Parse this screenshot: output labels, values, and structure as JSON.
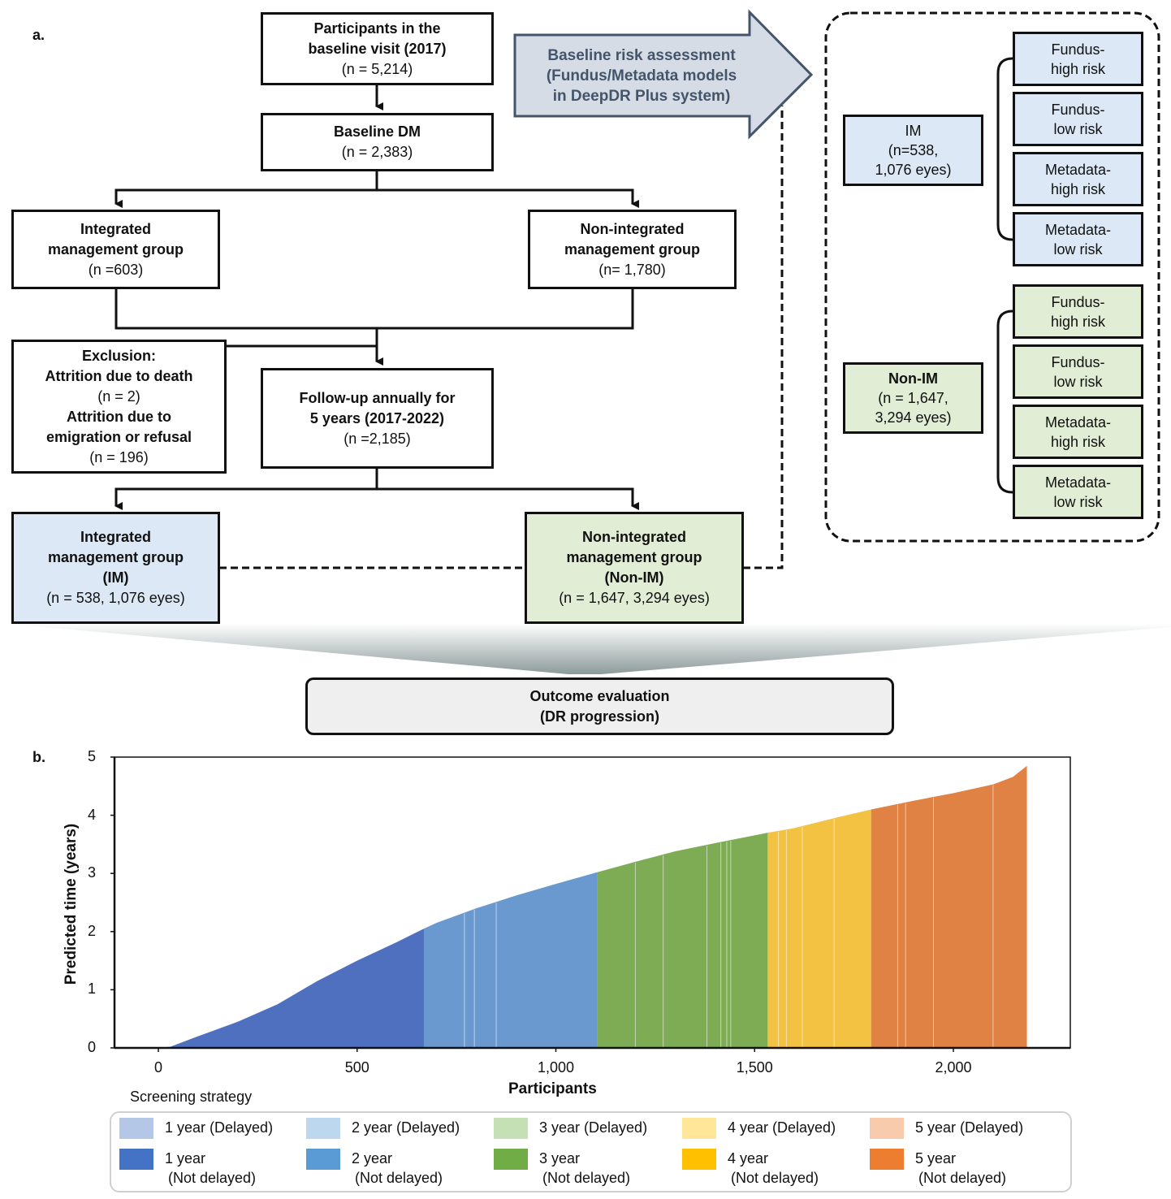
{
  "panel_a": {
    "label": "a.",
    "participants": {
      "title_1": "Participants in the",
      "title_2": "baseline visit (2017)",
      "count": "(n = 5,214)"
    },
    "baseline_dm": {
      "title": "Baseline DM",
      "count": "(n = 2,383)"
    },
    "im_group": {
      "title_1": "Integrated",
      "title_2": "management group",
      "count": "(n =603)"
    },
    "nonim_group": {
      "title_1": "Non-integrated",
      "title_2": "management group",
      "count": "(n= 1,780)"
    },
    "exclusion": {
      "title": "Exclusion:",
      "death": "Attrition due to death",
      "death_count": "(n = 2)",
      "emig_1": "Attrition due to",
      "emig_2": "emigration or refusal",
      "emig_count": "(n = 196)"
    },
    "followup": {
      "title_1": "Follow-up annually for",
      "title_2": "5 years (2017-2022)",
      "count": "(n =2,185)"
    },
    "im_final": {
      "title_1": "Integrated",
      "title_2": "management group",
      "title_3": "(IM)",
      "count": "(n = 538, 1,076 eyes)"
    },
    "nonim_final": {
      "title_1": "Non-integrated",
      "title_2": "management group",
      "title_3": "(Non-IM)",
      "count": "(n = 1,647, 3,294 eyes)"
    },
    "risk_arrow": {
      "line_1": "Baseline risk assessment",
      "line_2": "(Fundus/Metadata models",
      "line_3": "in DeepDR Plus system)"
    },
    "risk_panel": {
      "im": {
        "title": "IM",
        "line_2": "(n=538,",
        "line_3": "1,076 eyes)"
      },
      "nonim": {
        "title": "Non-IM",
        "line_2": "(n = 1,647,",
        "line_3": "3,294 eyes)"
      },
      "categories": [
        {
          "line_1": "Fundus-",
          "line_2": "high risk"
        },
        {
          "line_1": "Fundus-",
          "line_2": "low risk"
        },
        {
          "line_1": "Metadata-",
          "line_2": "high risk"
        },
        {
          "line_1": "Metadata-",
          "line_2": "low risk"
        }
      ]
    },
    "outcome": {
      "line_1": "Outcome evaluation",
      "line_2": "(DR progression)"
    },
    "colors": {
      "im_fill": "#dce8f5",
      "nonim_fill": "#e1edd5",
      "arrow_fill": "#d6dce5",
      "arrow_text": "#44546a"
    }
  },
  "panel_b": {
    "label": "b."
  },
  "chart_data": {
    "type": "area",
    "title": "",
    "xlabel": "Participants",
    "ylabel": "Predicted time (years)",
    "xlim": [
      -110,
      2300
    ],
    "ylim": [
      0,
      5
    ],
    "x_ticks": [
      0,
      500,
      1000,
      1500,
      2000
    ],
    "x_tick_labels": [
      "0",
      "500",
      "1,000",
      "1,500",
      "2,000"
    ],
    "y_ticks": [
      0,
      1,
      2,
      3,
      4,
      5
    ],
    "y_tick_labels": [
      "0",
      "1",
      "2",
      "3",
      "4",
      "5"
    ],
    "grid": false,
    "legend_title": "Screening strategy",
    "legend_position": "bottom",
    "curve": {
      "x": [
        0,
        30,
        100,
        200,
        300,
        400,
        500,
        600,
        668,
        700,
        800,
        900,
        1000,
        1104,
        1200,
        1300,
        1400,
        1533,
        1600,
        1700,
        1793,
        1900,
        2000,
        2100,
        2150,
        2185
      ],
      "y": [
        0.0,
        0.02,
        0.2,
        0.45,
        0.75,
        1.15,
        1.5,
        1.82,
        2.05,
        2.15,
        2.4,
        2.62,
        2.82,
        3.02,
        3.2,
        3.38,
        3.52,
        3.7,
        3.78,
        3.95,
        4.1,
        4.25,
        4.38,
        4.53,
        4.66,
        4.85
      ]
    },
    "segments": [
      {
        "name": "1 year (Not delayed)",
        "x_start": 0,
        "x_end": 668,
        "color": "#4f70be"
      },
      {
        "name": "2 year (Not delayed)",
        "x_start": 668,
        "x_end": 1104,
        "color": "#6a99d0"
      },
      {
        "name": "3 year (Not delayed)",
        "x_start": 1104,
        "x_end": 1533,
        "color": "#7eac55"
      },
      {
        "name": "4 year (Not delayed)",
        "x_start": 1533,
        "x_end": 1793,
        "color": "#f4c243"
      },
      {
        "name": "5 year (Not delayed)",
        "x_start": 1793,
        "x_end": 2185,
        "color": "#df8244"
      }
    ],
    "delayed_markers": [
      770,
      795,
      850,
      1200,
      1270,
      1380,
      1415,
      1430,
      1440,
      1560,
      1580,
      1620,
      1700,
      1860,
      1880,
      1950,
      2100
    ],
    "legend": [
      {
        "label": "1 year (Delayed)",
        "color": "#b4c7e7"
      },
      {
        "label": "2 year (Delayed)",
        "color": "#bdd7ee"
      },
      {
        "label": "3 year (Delayed)",
        "color": "#c5e0b4"
      },
      {
        "label": "4 year (Delayed)",
        "color": "#ffe699"
      },
      {
        "label": "5 year (Delayed)",
        "color": "#f8cbad"
      },
      {
        "label": "1 year",
        "label_2": "(Not delayed)",
        "color": "#4472c4"
      },
      {
        "label": "2 year",
        "label_2": "(Not delayed)",
        "color": "#5b9bd5"
      },
      {
        "label": "3 year",
        "label_2": "(Not delayed)",
        "color": "#70ad47"
      },
      {
        "label": "4 year",
        "label_2": "(Not delayed)",
        "color": "#ffc000"
      },
      {
        "label": "5 year",
        "label_2": "(Not delayed)",
        "color": "#ed7d31"
      }
    ]
  }
}
